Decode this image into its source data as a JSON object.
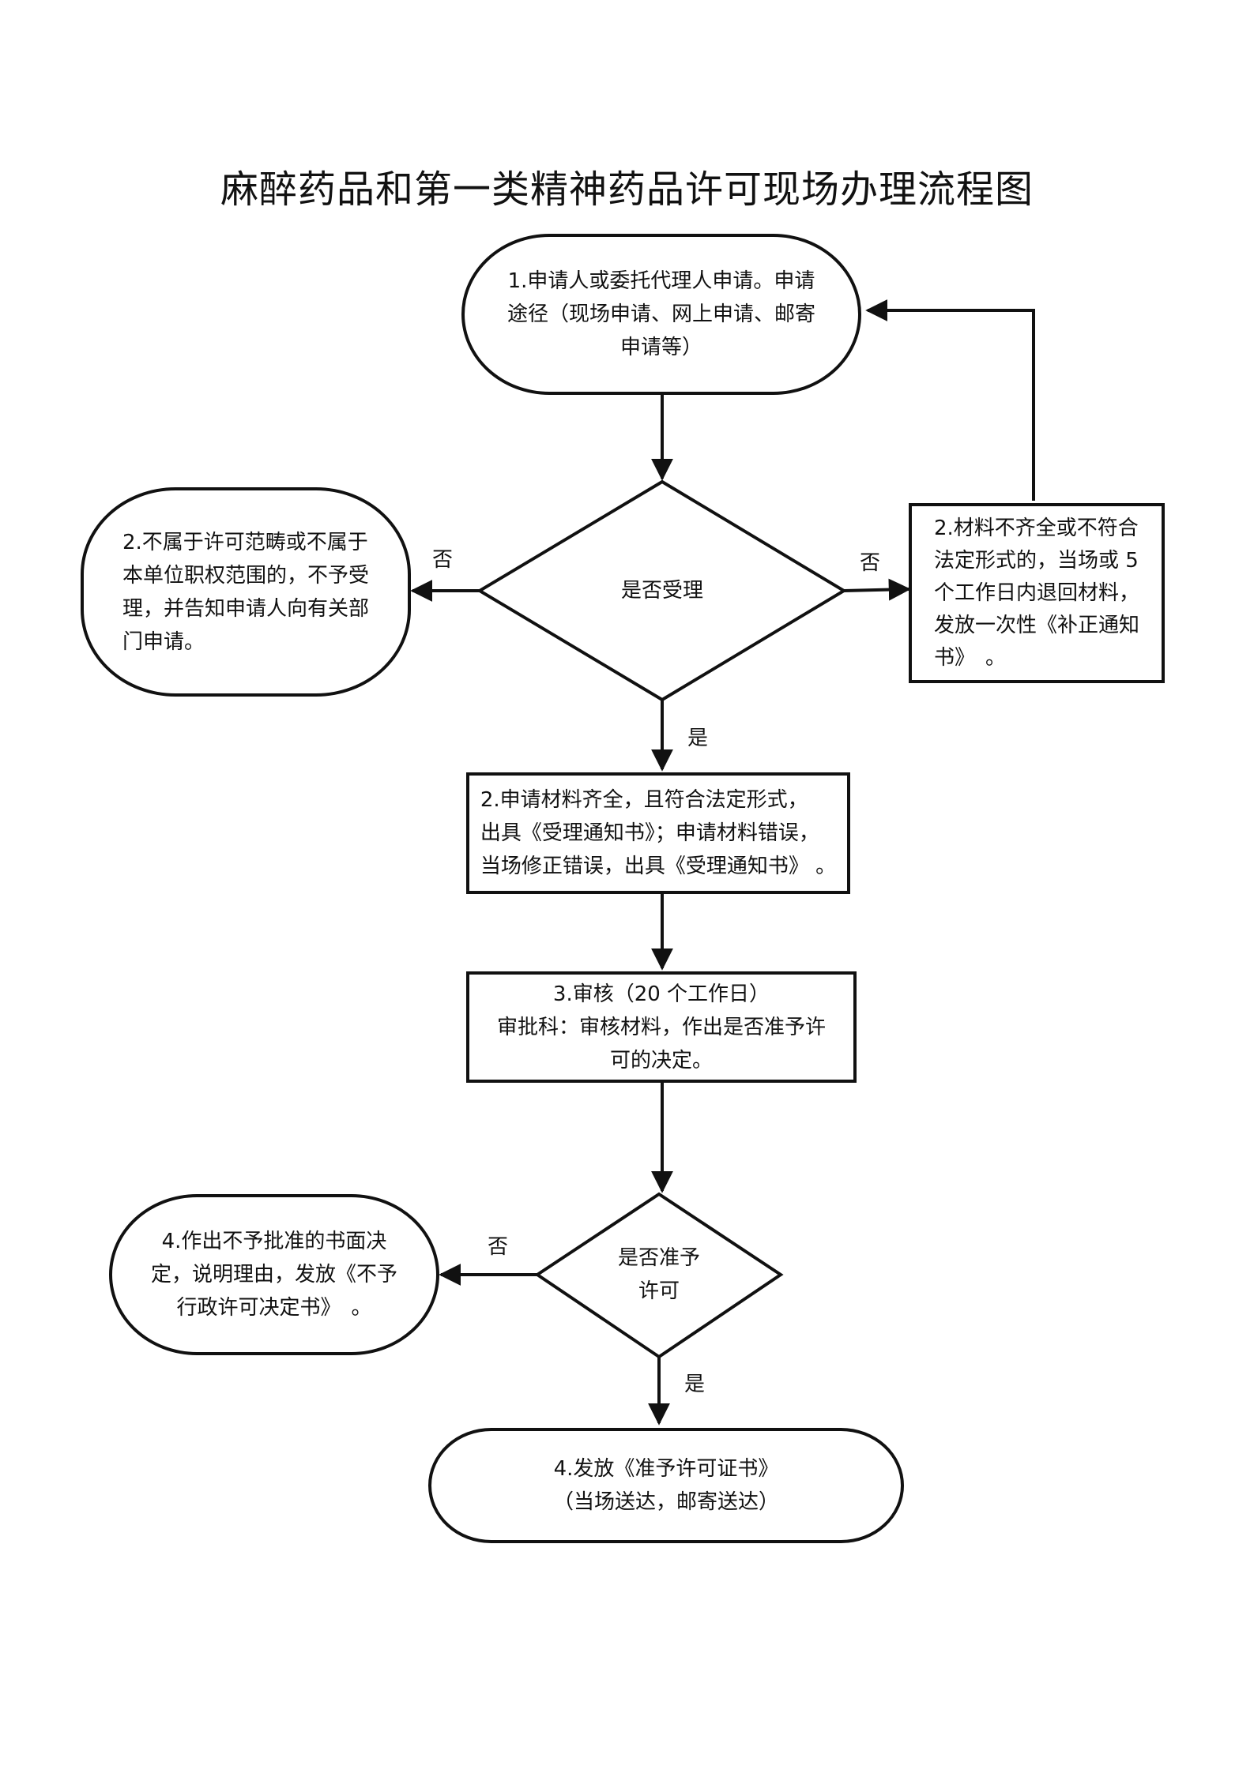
{
  "title": "麻醉药品和第一类精神药品许可现场办理流程图",
  "nodes": {
    "apply": {
      "lines": [
        "1.申请人或委托代理人申请。申请",
        "途径（现场申请、网上申请、邮寄",
        "申请等）"
      ]
    },
    "accept_decision": {
      "text": "是否受理"
    },
    "not_in_scope": {
      "lines": [
        "2.不属于许可范畴或不属于",
        "本单位职权范围的，不予受",
        "理，并告知申请人向有关部",
        "门申请。"
      ]
    },
    "incomplete": {
      "lines": [
        "2.材料不齐全或不符合",
        "法定形式的，当场或 5",
        "个工作日内退回材料，",
        "发放一次性《补正通知",
        "书》　。"
      ]
    },
    "accepted": {
      "lines": [
        "2.申请材料齐全，且符合法定形式，",
        "出具《受理通知书》；申请材料错误，",
        "当场修正错误，出具《受理通知书》 。"
      ]
    },
    "review": {
      "lines": [
        "3.审核（20 个工作日）",
        "审批科：审核材料，作出是否准予许",
        "可的决定。"
      ]
    },
    "approve_decision": {
      "lines": [
        "是否准予",
        "许可"
      ]
    },
    "deny": {
      "lines": [
        "4.作出不予批准的书面决",
        "定，说明理由，发放《不予",
        "行政许可决定书》　。"
      ]
    },
    "issue": {
      "lines": [
        "4.发放《准予许可证书》",
        "（当场送达，邮寄送达）"
      ]
    }
  },
  "edge_labels": {
    "no_left": "否",
    "no_right": "否",
    "yes_accept": "是",
    "no_deny": "否",
    "yes_issue": "是"
  }
}
